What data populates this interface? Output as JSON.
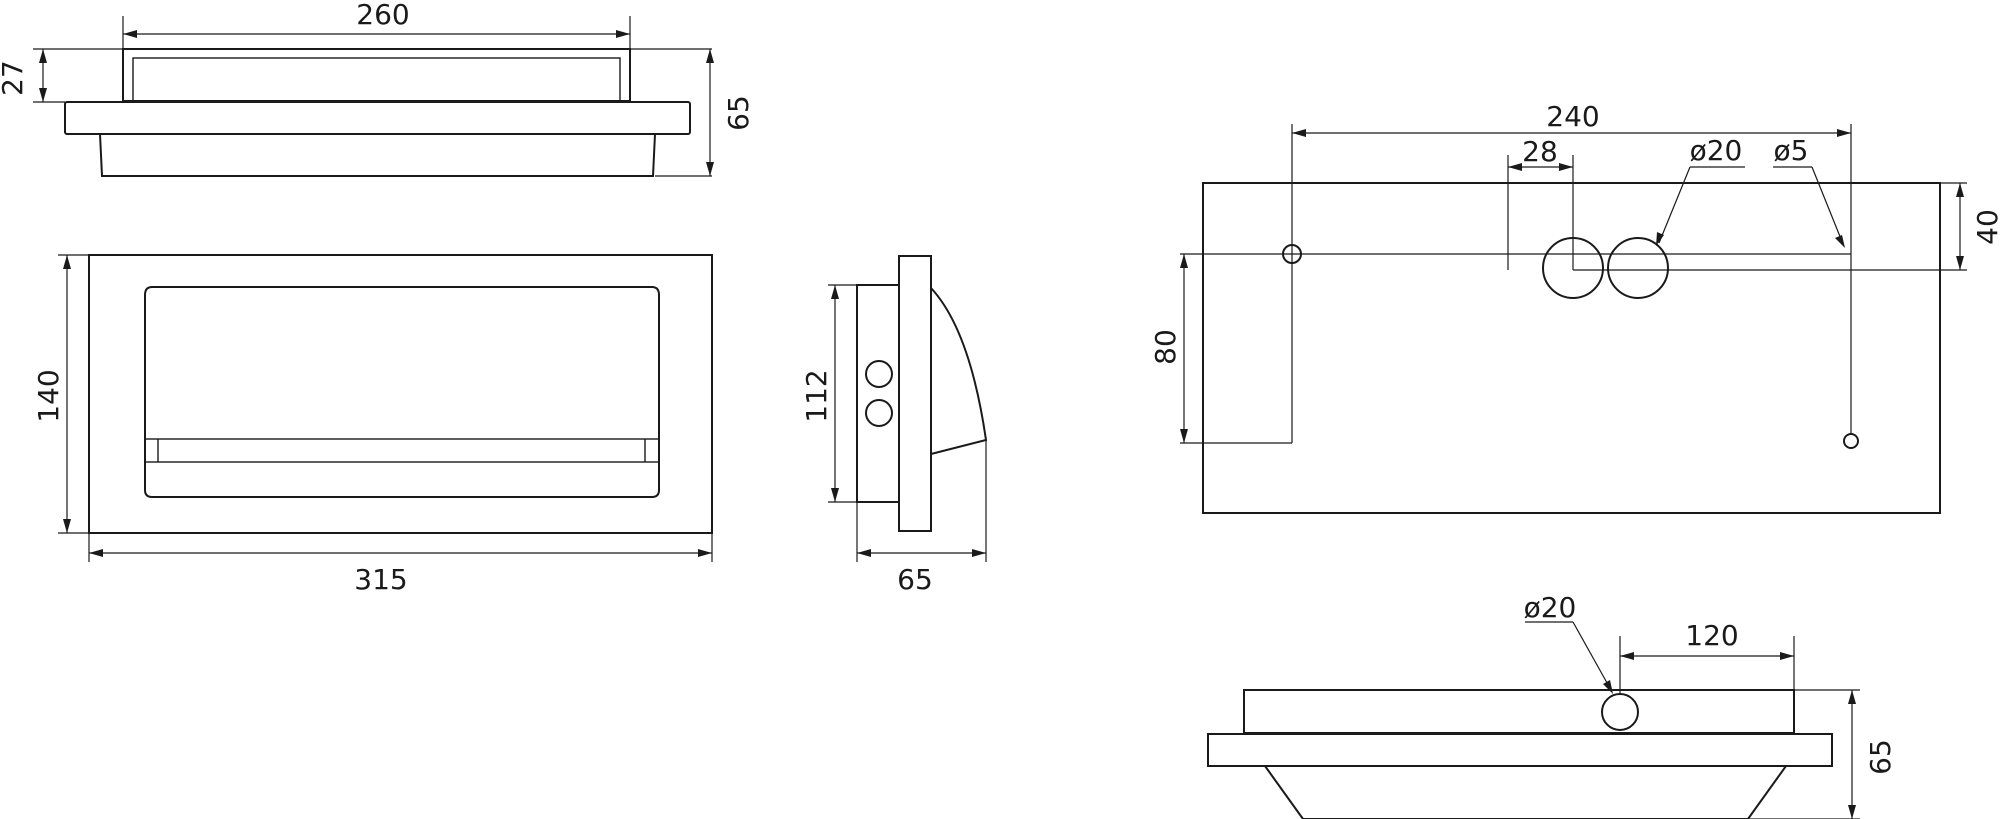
{
  "front_view": {
    "dim_top_width": "260",
    "dim_cover_height": "27",
    "dim_total_depth": "65"
  },
  "plan_view": {
    "dim_height": "140",
    "dim_width": "315"
  },
  "side_view": {
    "dim_height": "112",
    "dim_depth": "65"
  },
  "back_view": {
    "dim_hole_span": "240",
    "dim_hole_offset": "28",
    "dim_hole_diameter": "ø20",
    "dim_small_hole_diameter": "ø5",
    "dim_top_offset": "40",
    "dim_vertical_span": "80"
  },
  "bottom_view": {
    "dim_hole_diameter": "ø20",
    "dim_hole_position": "120",
    "dim_depth": "65"
  }
}
